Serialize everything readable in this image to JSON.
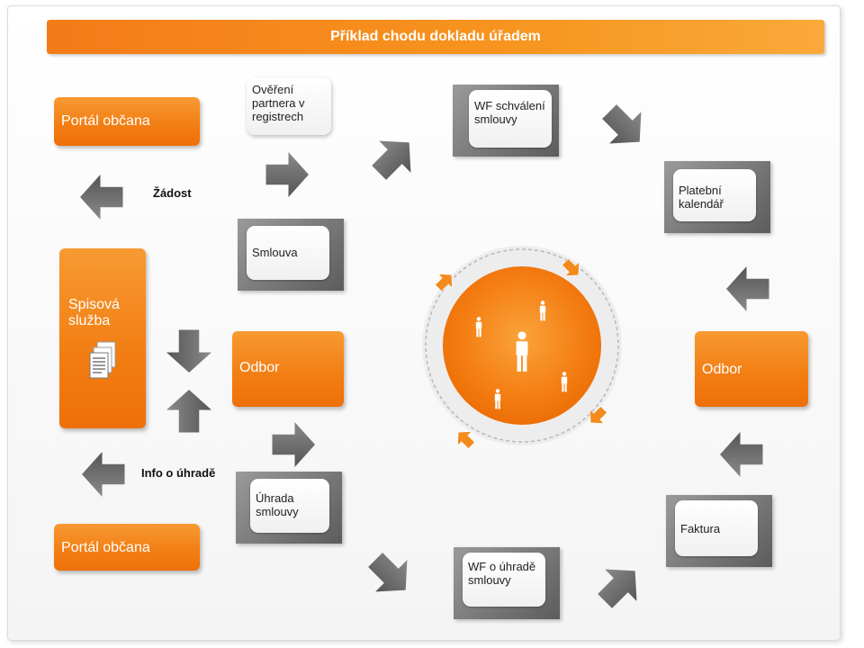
{
  "title": "Příklad chodu dokladu úřadem",
  "colors": {
    "accent": "#f47b18",
    "arrow": "#6f6f6f",
    "card": "#ffffff"
  },
  "orange_boxes": {
    "portal_top": "Portál občana",
    "spisova_line1": "Spisová",
    "spisova_line2": "služba",
    "odbor_left": "Odbor",
    "odbor_right": "Odbor",
    "portal_bottom": "Portál občana"
  },
  "cards": {
    "overeni": [
      "Ověření",
      "partnera v",
      "registrech"
    ],
    "wf_schvaleni": [
      "WF schválení",
      "smlouvy"
    ],
    "platebni": [
      "Platební",
      "kalendář"
    ],
    "smlouva": [
      "Smlouva"
    ],
    "uhrada": [
      "Úhrada",
      "smlouvy"
    ],
    "wf_uhrade": [
      "WF o úhradě",
      "smlouvy"
    ],
    "faktura": [
      "Faktura"
    ]
  },
  "labels": {
    "zadost": "Žádost",
    "info": "Info o úhradě"
  },
  "icons": {
    "document": "document-stack-icon",
    "person": "person-icon",
    "arrow": "block-arrow-icon",
    "cycle_arrow": "orange-cycle-arrow-icon"
  }
}
